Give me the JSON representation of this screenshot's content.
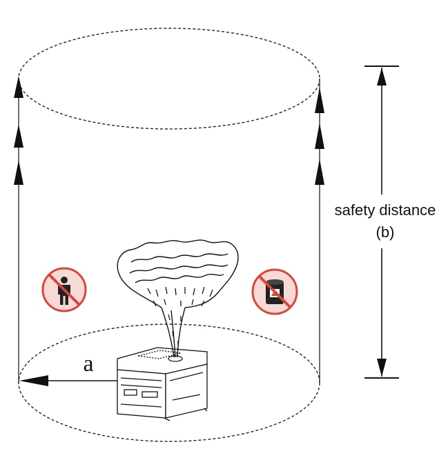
{
  "labels": {
    "radius": "a",
    "height_line1": "safety distance",
    "height_line2": "(b)"
  },
  "icons": {
    "left": "no-person-icon",
    "right": "no-flammable-container-icon"
  },
  "colors": {
    "prohibition_red": "#d9453b",
    "line": "#111111"
  }
}
